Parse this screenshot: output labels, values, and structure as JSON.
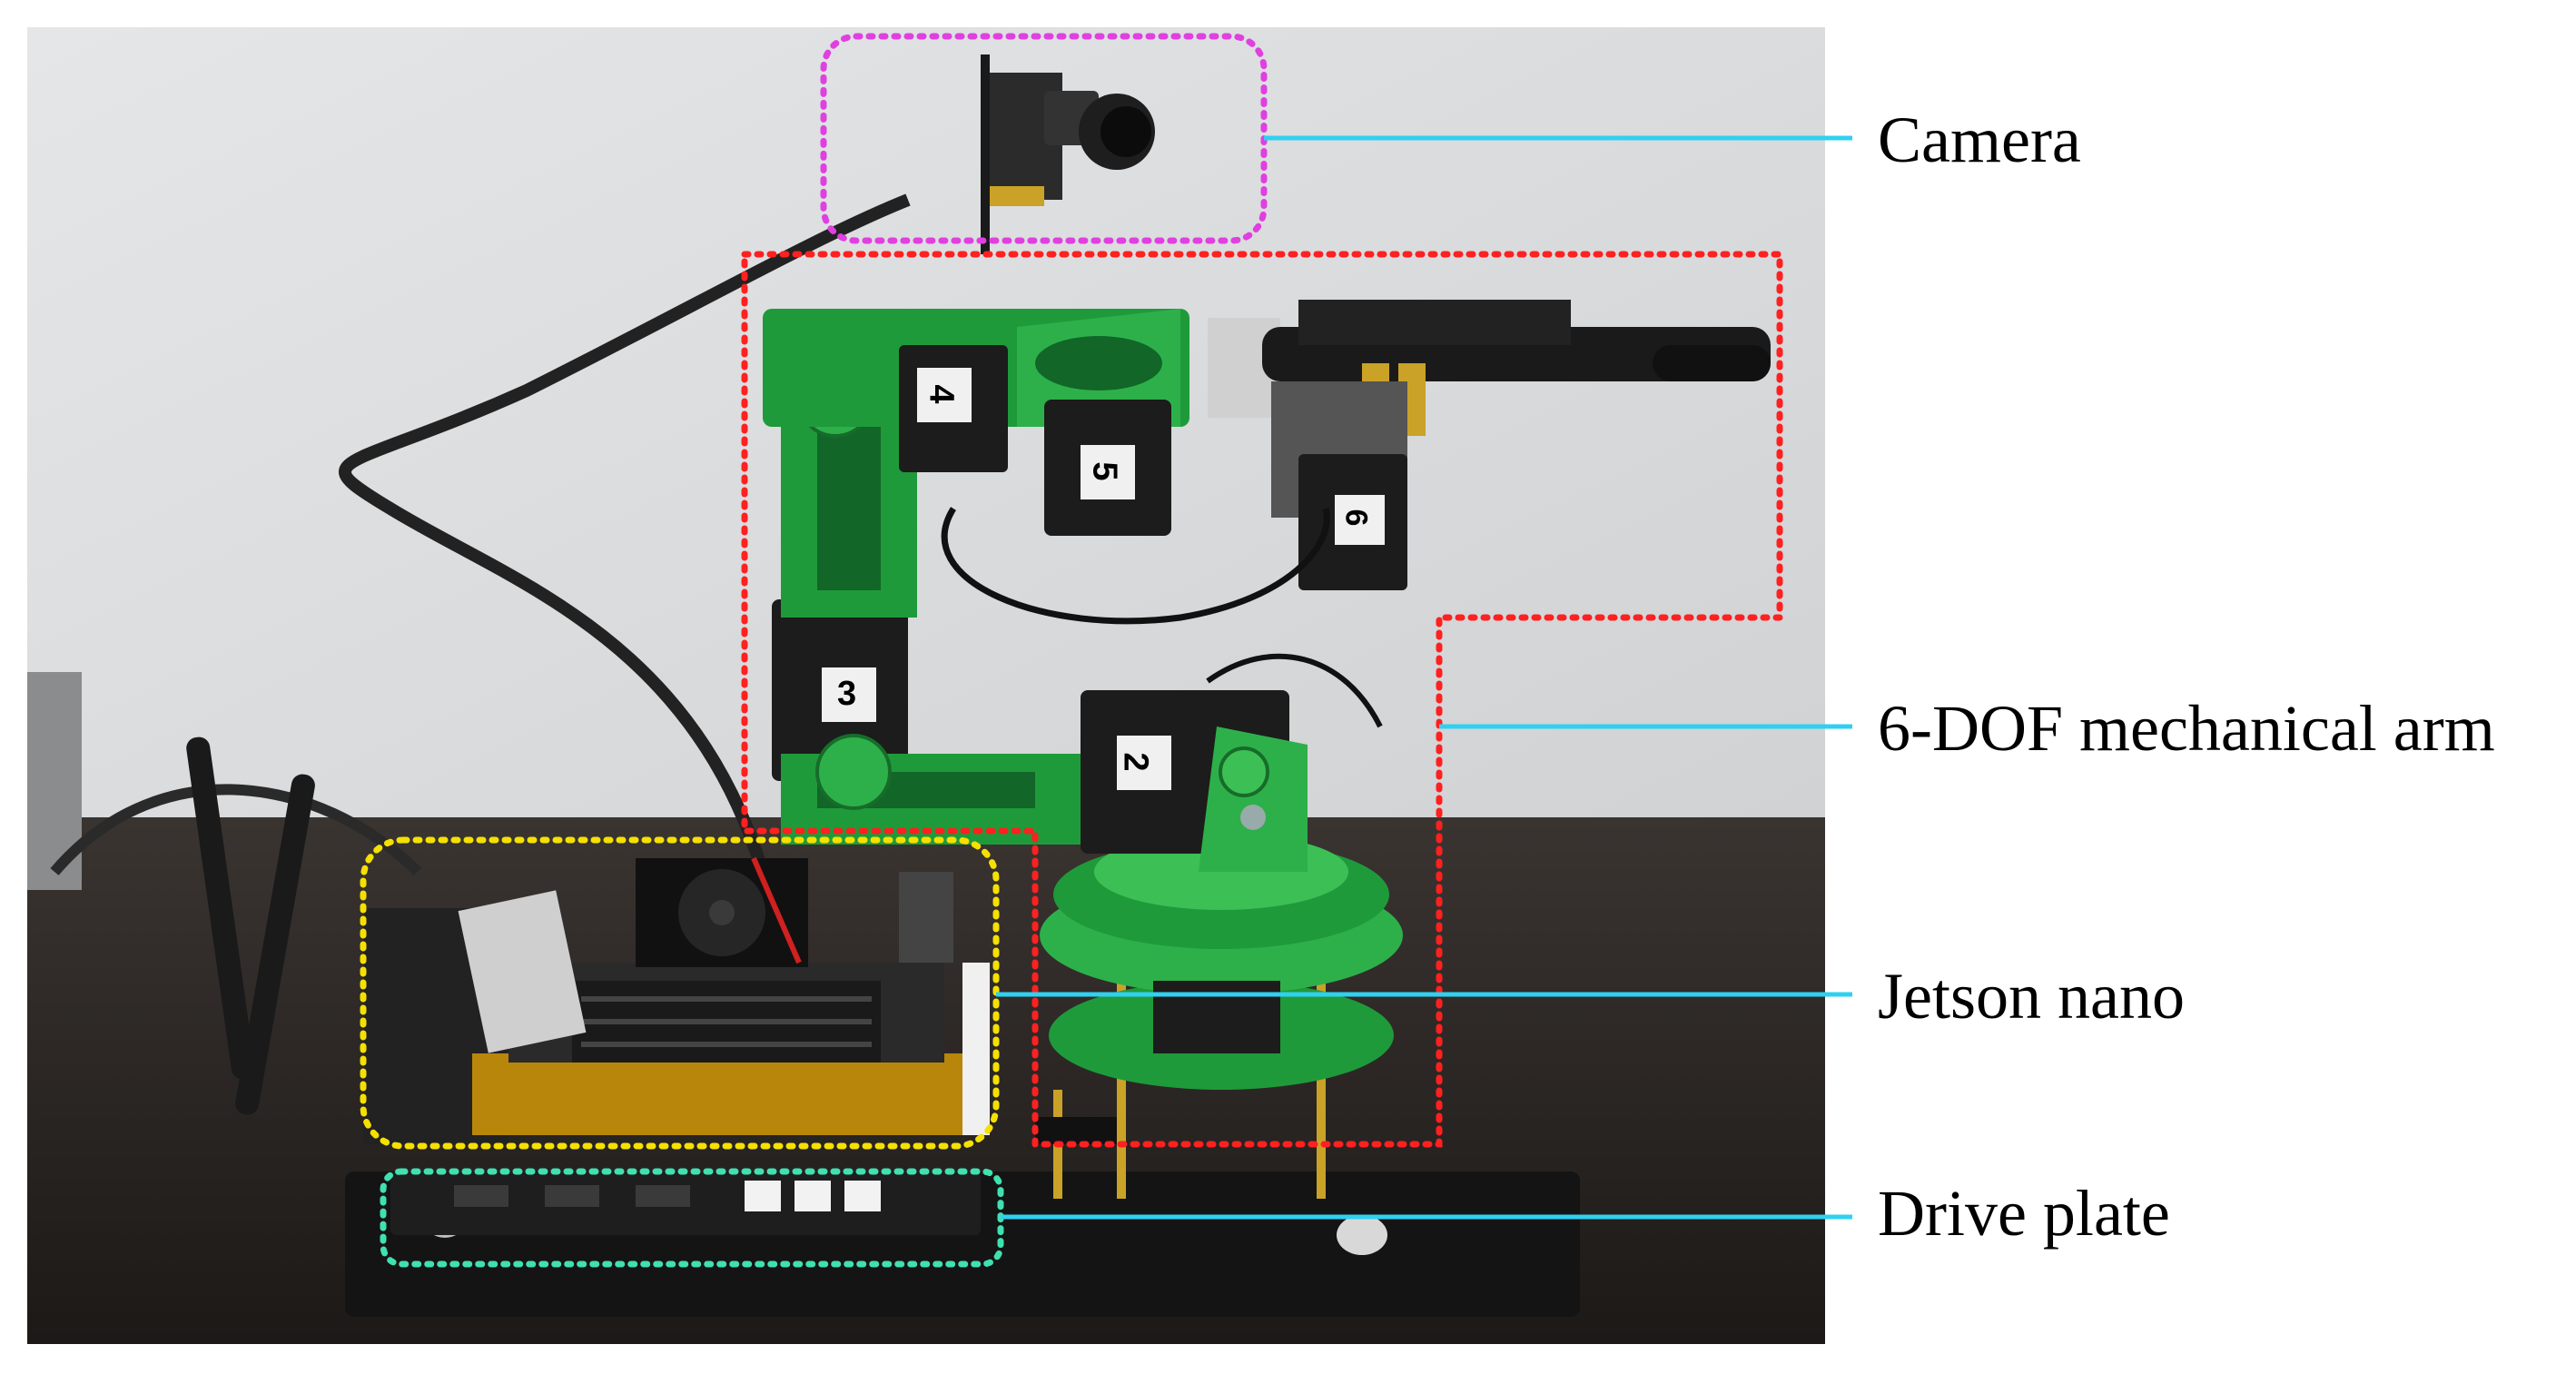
{
  "callouts": [
    {
      "id": "camera",
      "label": "Camera",
      "box_color": "#e040e0"
    },
    {
      "id": "arm",
      "label": "6-DOF mechanical arm",
      "box_color": "#ff2020"
    },
    {
      "id": "jetson",
      "label": "Jetson nano",
      "box_color": "#f5e000"
    },
    {
      "id": "drive",
      "label": "Drive plate",
      "box_color": "#40e0b0"
    }
  ],
  "servo_numbers": [
    "2",
    "3",
    "4",
    "5",
    "6"
  ],
  "colors": {
    "leader_line": "#30d0f0",
    "arm_green": "#1f9a3a",
    "arm_green_light": "#3cbf55",
    "servo_black": "#1c1c1c",
    "wall": "#dcdcdc",
    "table": "#2a2624"
  }
}
